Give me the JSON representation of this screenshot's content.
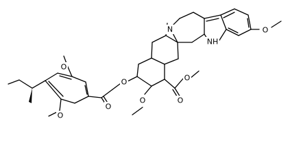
{
  "structure": {
    "atoms": [
      {
        "id": "o_ester_link",
        "label": "O"
      },
      {
        "id": "o_ome_left_top",
        "label": "O"
      },
      {
        "id": "o_ome_left_bottom",
        "label": "O"
      },
      {
        "id": "o_carbonyl_benzoate",
        "label": "O"
      },
      {
        "id": "o_ome_ring",
        "label": "O"
      },
      {
        "id": "o_carbonyl_ester",
        "label": "O"
      },
      {
        "id": "o_ester_methyl",
        "label": "O"
      },
      {
        "id": "o_ome_indole",
        "label": "O"
      },
      {
        "id": "n_bridge",
        "label": "N"
      },
      {
        "id": "nh_indole",
        "label": "NH"
      }
    ]
  }
}
